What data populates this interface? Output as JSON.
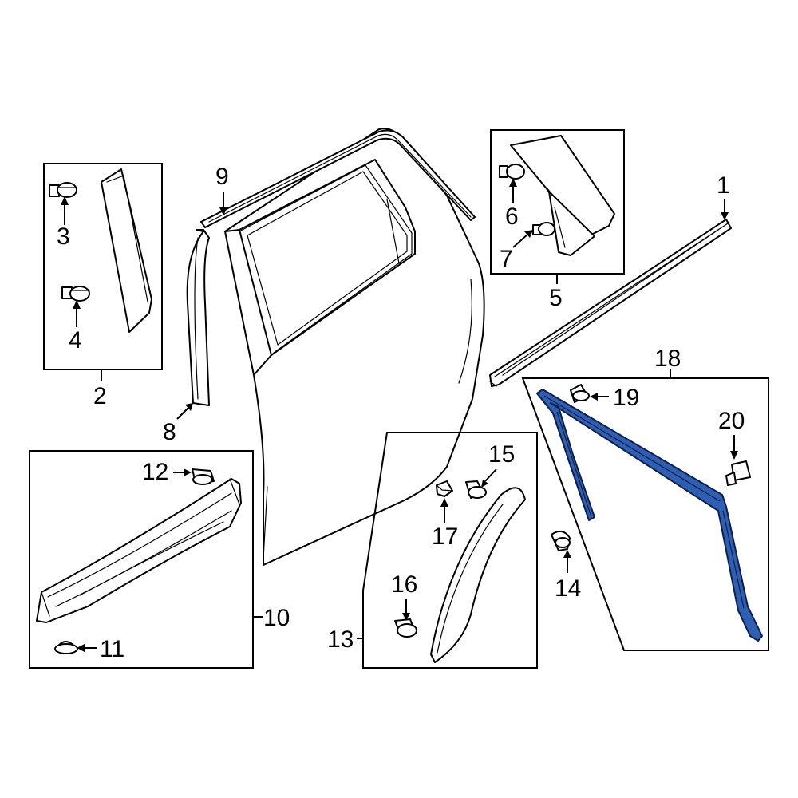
{
  "callouts": {
    "c1": "1",
    "c2": "2",
    "c3": "3",
    "c4": "4",
    "c5": "5",
    "c6": "6",
    "c7": "7",
    "c8": "8",
    "c9": "9",
    "c10": "10",
    "c11": "11",
    "c12": "12",
    "c13": "13",
    "c14": "14",
    "c15": "15",
    "c16": "16",
    "c17": "17",
    "c18": "18",
    "c19": "19",
    "c20": "20"
  },
  "colors": {
    "line": "#000000",
    "highlight_part": "#2f5fb3",
    "background": "#ffffff"
  }
}
